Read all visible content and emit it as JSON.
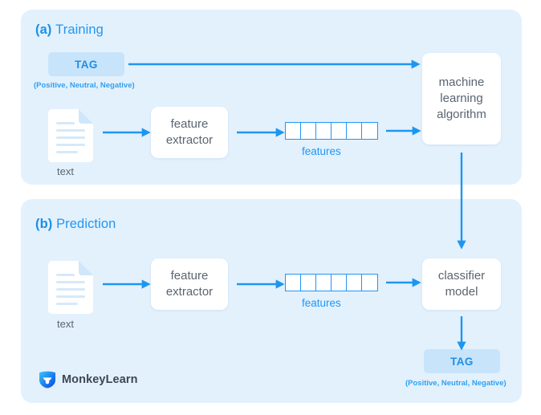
{
  "figure": {
    "title_a": "(a) Training",
    "title_b": "(b) Prediction"
  },
  "colors": {
    "panel_background": "#e3f1fd",
    "accent_blue": "#2196f3",
    "heading_blue": "#1a8fe8",
    "tag_chip_background": "#c8e4fb",
    "tag_text": "#1e8fe6",
    "box_text": "#5a6570",
    "page_background": "#ffffff"
  },
  "training": {
    "label_prefix": "(a)",
    "label_name": "Training",
    "tag_chip": "TAG",
    "tag_caption": "(Positive, Neutral, Negative)",
    "document_label": "text",
    "feature_extractor": "feature\nextractor",
    "feature_extractor_line1": "feature",
    "feature_extractor_line2": "extractor",
    "features_label": "features",
    "features_cells": 6,
    "algorithm_line1": "machine",
    "algorithm_line2": "learning",
    "algorithm_line3": "algorithm"
  },
  "prediction": {
    "label_prefix": "(b)",
    "label_name": "Prediction",
    "document_label": "text",
    "feature_extractor_line1": "feature",
    "feature_extractor_line2": "extractor",
    "features_label": "features",
    "features_cells": 6,
    "model_line1": "classifier",
    "model_line2": "model",
    "tag_chip": "TAG",
    "tag_caption": "(Positive, Neutral, Negative)"
  },
  "brand": {
    "name": "MonkeyLearn",
    "logo_icon": "monkeylearn-logo-icon"
  },
  "icons": {
    "document": "document-icon",
    "arrow_right": "arrow-right-icon",
    "arrow_down": "arrow-down-icon"
  }
}
